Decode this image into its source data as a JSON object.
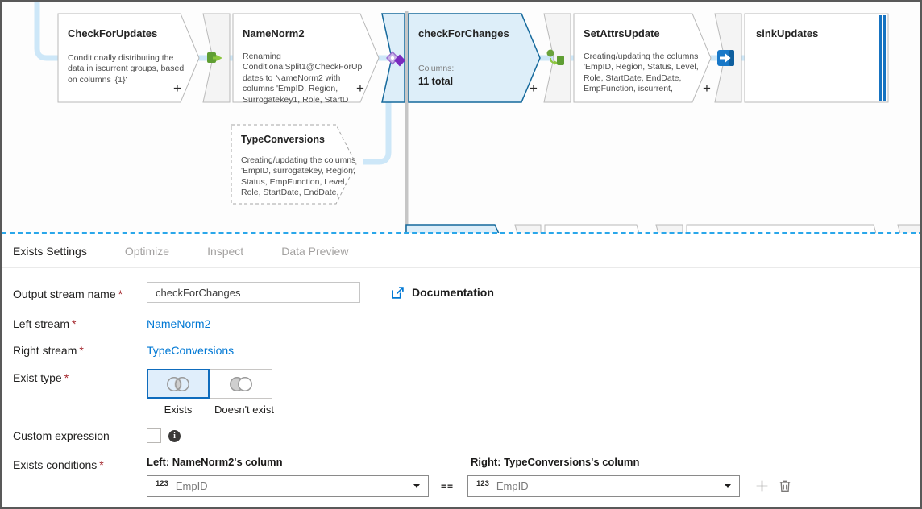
{
  "canvas": {
    "plus_label": "+",
    "nodes": [
      {
        "title": "CheckForUpdates",
        "desc": "Conditionally distributing the data in iscurrent groups, based on columns '{1}'"
      },
      {
        "title": "NameNorm2",
        "desc": "Renaming ConditionalSplit1@CheckForUpdates to NameNorm2 with columns 'EmpID, Region, Surrogatekey1, Role, StartD"
      },
      {
        "title": "checkForChanges",
        "columns_label": "Columns:",
        "columns_value": "11 total"
      },
      {
        "title": "SetAttrsUpdate",
        "desc": "Creating/updating the columns 'EmpID, Region, Status, Level, Role, StartDate, EndDate, EmpFunction, iscurrent,"
      },
      {
        "title": "sinkUpdates"
      },
      {
        "title": "TypeConversions",
        "desc": "Creating/updating the columns 'EmpID, surrogatekey, Region, Status, EmpFunction, Level, Role, StartDate, EndDate,"
      }
    ]
  },
  "panel": {
    "tabs": [
      {
        "label": "Exists Settings"
      },
      {
        "label": "Optimize"
      },
      {
        "label": "Inspect"
      },
      {
        "label": "Data Preview"
      }
    ],
    "fields": {
      "output_stream": {
        "label": "Output stream name",
        "required": "*",
        "value": "checkForChanges"
      },
      "documentation": {
        "label": "Documentation"
      },
      "left_stream": {
        "label": "Left stream",
        "required": "*",
        "value": "NameNorm2"
      },
      "right_stream": {
        "label": "Right stream",
        "required": "*",
        "value": "TypeConversions"
      },
      "exist_type": {
        "label": "Exist type",
        "required": "*",
        "options": [
          {
            "label": "Exists",
            "selected": true
          },
          {
            "label": "Doesn't exist",
            "selected": false
          }
        ]
      },
      "custom_expression": {
        "label": "Custom expression",
        "checked": false
      },
      "exists_conditions": {
        "label": "Exists conditions",
        "required": "*",
        "left_header": "Left: NameNorm2's column",
        "right_header": "Right: TypeConversions's column",
        "operator": "==",
        "type_badge": "123",
        "left_value": "EmpID",
        "right_value": "EmpID"
      }
    }
  },
  "colors": {
    "accent": "#0078d4",
    "selected_node_border": "#15699c",
    "selected_node_fill": "#ddeef9",
    "connector": "#cde7f8",
    "splitter": "#2aa7ea",
    "required": "#a4262c"
  }
}
